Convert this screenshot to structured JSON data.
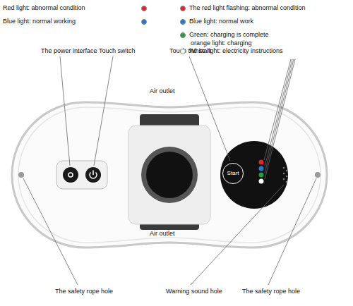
{
  "diagram": {
    "nodes": [
      {
        "text": [
          "Start"
        ]
      }
    ],
    "labels": [
      "orange light: charging",
      "The power interface",
      "Touch switch",
      "Touch the start",
      "Air outlet",
      "Air outlet",
      "The safety rope hole",
      "Warning sound hole",
      "The safety rope hole"
    ],
    "legend": [
      {
        "text": "Red light: abnormal condition",
        "color": "#e0242a"
      },
      {
        "text": "Blue light: normal working",
        "color": "#1e7bd6"
      },
      {
        "text": "The red light flashing: abnormal condition",
        "color": "#e0242a"
      },
      {
        "text": "Blue light: normal work",
        "color": "#1e7bd6"
      },
      {
        "text": "Green: charging is complete",
        "color": "#1f9e3c"
      },
      {
        "text": "White light: electricity instructions",
        "color": "#ffffff"
      }
    ]
  }
}
